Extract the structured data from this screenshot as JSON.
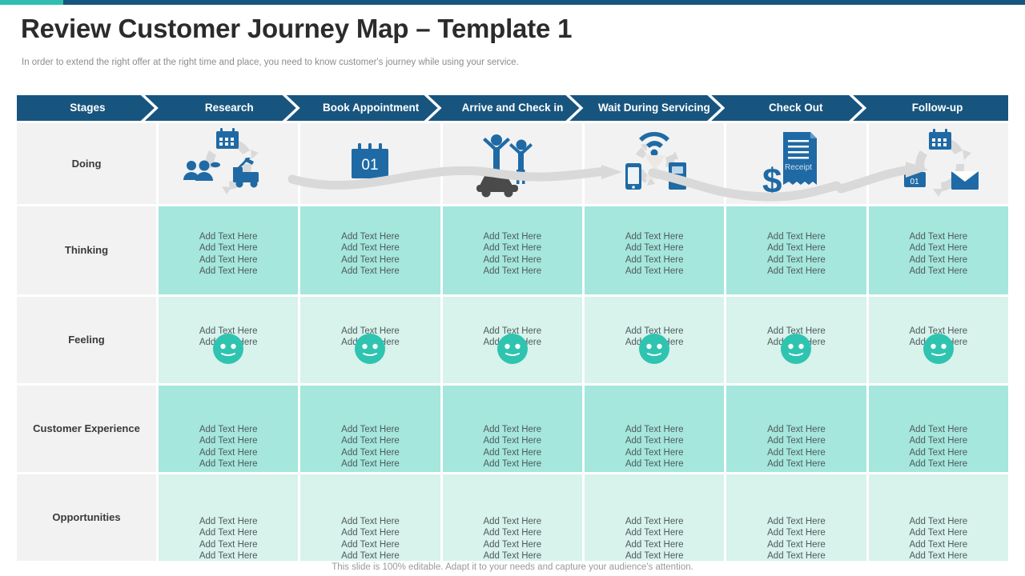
{
  "topbar": {
    "accent_teal": "#30bfae",
    "accent_blue": "#17557f"
  },
  "header": {
    "title": "Review Customer Journey Map – Template 1",
    "subtitle": "In order to extend the right offer at the right time and place, you need to know customer's journey while using your service."
  },
  "colors": {
    "ribbon_blue": "#17557f",
    "row_label_bg": "#f2f2f2",
    "mint_dark": "#a5e6dd",
    "mint_light": "#d8f2ec",
    "icon_blue": "#1f6aa5",
    "icon_dark": "#4a4a4a",
    "smiley_teal": "#2ec4b0",
    "path_gray": "#d9d9d9"
  },
  "stages": [
    {
      "label": "Stages"
    },
    {
      "label": "Research"
    },
    {
      "label": "Book Appointment"
    },
    {
      "label": "Arrive and Check in"
    },
    {
      "label": "Wait During Servicing"
    },
    {
      "label": "Check Out"
    },
    {
      "label": "Follow-up"
    }
  ],
  "rows": [
    {
      "label": "Doing",
      "key": "doing",
      "cells": [
        {
          "icons": [
            "calendar-icon",
            "people-icon",
            "tow-truck-icon",
            "circular-arrows-icon"
          ]
        },
        {
          "icons": [
            "calendar-01-icon"
          ],
          "calendar_day": "01"
        },
        {
          "icons": [
            "two-people-raised-arms-icon",
            "car-icon"
          ]
        },
        {
          "icons": [
            "wifi-icon",
            "smartphone-icon",
            "hourglass-icon",
            "book-icon",
            "circular-arrows-icon"
          ]
        },
        {
          "icons": [
            "receipt-icon",
            "dollar-sign-icon"
          ],
          "receipt_label": "Receipt"
        },
        {
          "icons": [
            "calendar-icon",
            "calendar-01-icon",
            "envelope-icon",
            "circular-arrows-icon"
          ],
          "calendar_day": "01"
        }
      ]
    },
    {
      "label": "Thinking",
      "key": "thinking",
      "lines": [
        "Add Text Here",
        "Add Text Here",
        "Add Text Here",
        "Add Text Here"
      ],
      "cells": [
        {
          "lines": [
            "Add Text Here",
            "Add Text Here",
            "Add Text Here",
            "Add Text Here"
          ]
        },
        {
          "lines": [
            "Add Text Here",
            "Add Text Here",
            "Add Text Here",
            "Add Text Here"
          ]
        },
        {
          "lines": [
            "Add Text Here",
            "Add Text Here",
            "Add Text Here",
            "Add Text Here"
          ]
        },
        {
          "lines": [
            "Add Text Here",
            "Add Text Here",
            "Add Text Here",
            "Add Text Here"
          ]
        },
        {
          "lines": [
            "Add Text Here",
            "Add Text Here",
            "Add Text Here",
            "Add Text Here"
          ]
        },
        {
          "lines": [
            "Add Text Here",
            "Add Text Here",
            "Add Text Here",
            "Add Text Here"
          ]
        }
      ]
    },
    {
      "label": "Feeling",
      "key": "feeling",
      "cells": [
        {
          "lines": [
            "Add Text Here",
            "Add Text Here"
          ],
          "face": "neutral-smiley-icon"
        },
        {
          "lines": [
            "Add Text Here",
            "Add Text Here"
          ],
          "face": "neutral-smiley-icon"
        },
        {
          "lines": [
            "Add Text Here",
            "Add Text Here"
          ],
          "face": "neutral-smiley-icon"
        },
        {
          "lines": [
            "Add Text Here",
            "Add Text Here"
          ],
          "face": "neutral-smiley-icon"
        },
        {
          "lines": [
            "Add Text Here",
            "Add Text Here"
          ],
          "face": "neutral-smiley-icon"
        },
        {
          "lines": [
            "Add Text Here",
            "Add Text Here"
          ],
          "face": "neutral-smiley-icon"
        }
      ]
    },
    {
      "label": "Customer Experience",
      "key": "cx",
      "cells": [
        {
          "lines": [
            "Add Text Here",
            "Add Text Here",
            "Add Text Here",
            "Add Text Here"
          ]
        },
        {
          "lines": [
            "Add Text Here",
            "Add Text Here",
            "Add Text Here",
            "Add Text Here"
          ]
        },
        {
          "lines": [
            "Add Text Here",
            "Add Text Here",
            "Add Text Here",
            "Add Text Here"
          ]
        },
        {
          "lines": [
            "Add Text Here",
            "Add Text Here",
            "Add Text Here",
            "Add Text Here"
          ]
        },
        {
          "lines": [
            "Add Text Here",
            "Add Text Here",
            "Add Text Here",
            "Add Text Here"
          ]
        },
        {
          "lines": [
            "Add Text Here",
            "Add Text Here",
            "Add Text Here",
            "Add Text Here"
          ]
        }
      ]
    },
    {
      "label": "Opportunities",
      "key": "opp",
      "cells": [
        {
          "lines": [
            "Add Text Here",
            "Add Text Here",
            "Add Text Here",
            "Add Text Here"
          ]
        },
        {
          "lines": [
            "Add Text Here",
            "Add Text Here",
            "Add Text Here",
            "Add Text Here"
          ]
        },
        {
          "lines": [
            "Add Text Here",
            "Add Text Here",
            "Add Text Here",
            "Add Text Here"
          ]
        },
        {
          "lines": [
            "Add Text Here",
            "Add Text Here",
            "Add Text Here",
            "Add Text Here"
          ]
        },
        {
          "lines": [
            "Add Text Here",
            "Add Text Here",
            "Add Text Here",
            "Add Text Here"
          ]
        },
        {
          "lines": [
            "Add Text Here",
            "Add Text Here",
            "Add Text Here",
            "Add Text Here"
          ]
        }
      ]
    }
  ],
  "footer": {
    "note": "This slide is 100% editable. Adapt it to your needs and capture your audience's attention."
  }
}
